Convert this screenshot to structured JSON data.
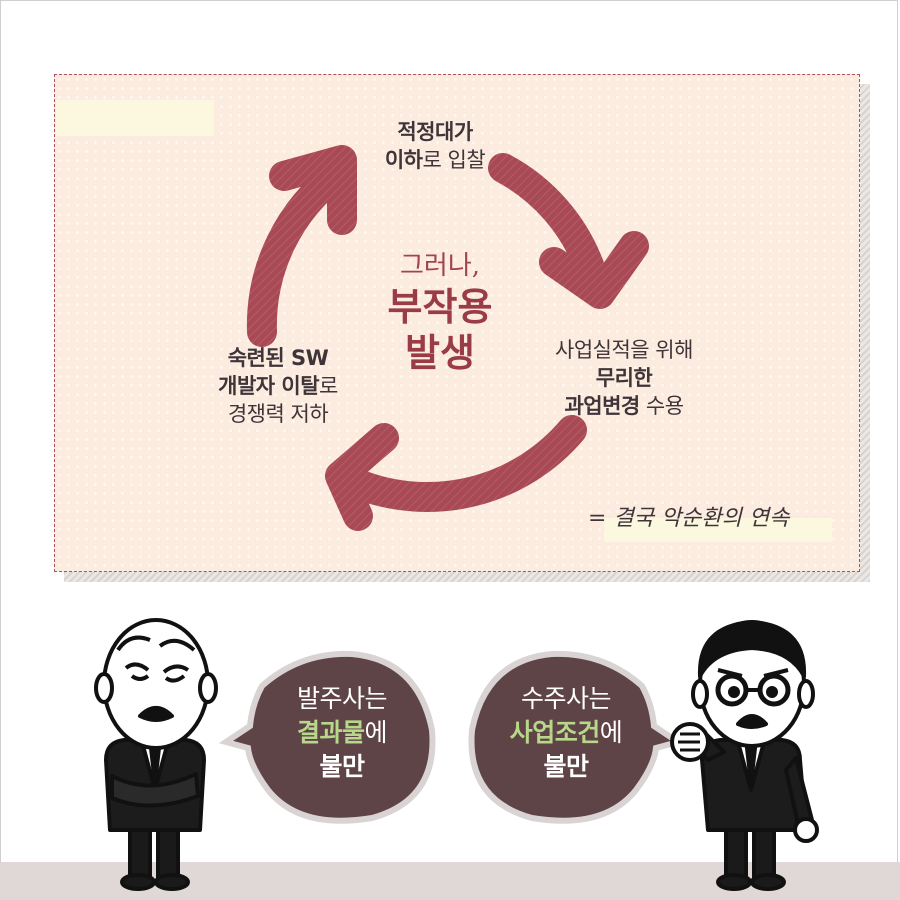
{
  "diagram": {
    "top_label": {
      "line1_bold": "적정대가",
      "line2_bold": "이하",
      "line2_rest": "로 입찰"
    },
    "right_label": {
      "line1": "사업실적을 위해",
      "line2_bold": "무리한",
      "line3_bold": "과업변경",
      "line3_rest": " 수용"
    },
    "left_label": {
      "line1_bold": "숙련된 SW",
      "line2_bold": "개발자 이탈",
      "line2_rest": "로",
      "line3": "경쟁력 저하"
    },
    "center": {
      "small": "그러나,",
      "big1": "부작용",
      "big2": "발생"
    },
    "conclusion": "= 결국 악순환의 연속",
    "colors": {
      "arrow": "#a84a56",
      "card_bg": "#fcece0",
      "border": "#b2515e",
      "highlight": "#b7d889",
      "bubble": "#5e4347"
    }
  },
  "bubbles": {
    "left": {
      "line1": "발주사는",
      "line2_hl": "결과물",
      "line2_rest": "에",
      "line3_bold": "불만"
    },
    "right": {
      "line1": "수주사는",
      "line2_hl": "사업조건",
      "line2_rest": "에",
      "line3_bold": "불만"
    }
  },
  "icons": [
    "cycle-arrow-icon",
    "speech-bubble-icon",
    "businessman-icon"
  ]
}
